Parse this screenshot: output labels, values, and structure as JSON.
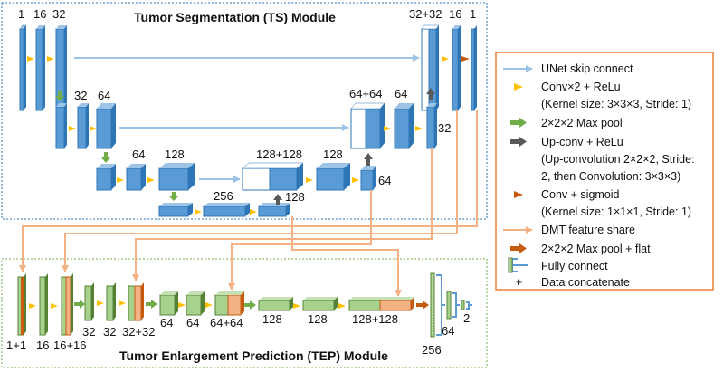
{
  "ts_module": {
    "title": "Tumor Segmentation (TS) Module",
    "level1_labels": [
      "1",
      "16",
      "32"
    ],
    "level1_right_labels": [
      "32+32",
      "16",
      "1"
    ],
    "level2_labels": [
      "32",
      "64"
    ],
    "level2_right_labels": [
      "64+64",
      "64",
      "32"
    ],
    "level3_labels": [
      "64",
      "128"
    ],
    "level3_right_labels": [
      "128+128",
      "128",
      "64"
    ],
    "bottleneck_labels": [
      "256",
      "128"
    ]
  },
  "tep_module": {
    "title": "Tumor Enlargement Prediction (TEP) Module",
    "labels": [
      "1+1",
      "16",
      "16+16",
      "32",
      "32",
      "32+32",
      "64",
      "64",
      "64+64",
      "128",
      "128",
      "128+128",
      "256",
      "64",
      "2"
    ]
  },
  "legend": {
    "items": [
      {
        "icon": "skip-connect-arrow-icon",
        "color": "#9dc3e6",
        "text": "UNet skip connect"
      },
      {
        "icon": "conv-relu-arrow-icon",
        "color": "#ffc000",
        "text": "Conv×2 + ReLu"
      },
      {
        "icon": "",
        "color": "",
        "text": "(Kernel size: 3×3×3, Stride: 1)"
      },
      {
        "icon": "max-pool-arrow-icon",
        "color": "#70ad47",
        "text": "2×2×2 Max pool"
      },
      {
        "icon": "up-conv-arrow-icon",
        "color": "#595959",
        "text": "Up-conv + ReLu"
      },
      {
        "icon": "",
        "color": "",
        "text": "(Up-convolution 2×2×2, Stride:"
      },
      {
        "icon": "",
        "color": "",
        "text": "2, then Convolution: 3×3×3)"
      },
      {
        "icon": "conv-sigmoid-arrow-icon",
        "color": "#c55a11",
        "text": "Conv + sigmoid"
      },
      {
        "icon": "",
        "color": "",
        "text": "(Kernel size: 1×1×1, Stride: 1)"
      },
      {
        "icon": "dmt-feature-share-arrow-icon",
        "color": "#f4b183",
        "text": "DMT feature share"
      },
      {
        "icon": "max-pool-flat-arrow-icon",
        "color": "#c55a11",
        "text": "2×2×2 Max pool + flat"
      },
      {
        "icon": "fully-connect-icon",
        "color": "#5b9bd5",
        "text": "Fully connect"
      },
      {
        "icon": "plus-icon",
        "color": "#000000",
        "text": "Data concatenate"
      }
    ],
    "plus_symbol": "+"
  },
  "colors": {
    "ts_block": "#5b9bd5",
    "ts_block_edge": "#2e75b6",
    "tep_block": "#a9d18e",
    "tep_block_edge": "#548235",
    "shared_block": "#f4b183",
    "skip_arrow": "#9dc3e6",
    "conv_arrow": "#ffc000",
    "pool_arrow": "#70ad47",
    "upconv_arrow": "#595959",
    "sigmoid_arrow": "#c55a11",
    "dmt_line": "#f4b183",
    "module_border": "#2e75b6",
    "tep_border": "#70ad47",
    "legend_border": "#ed7d31"
  }
}
